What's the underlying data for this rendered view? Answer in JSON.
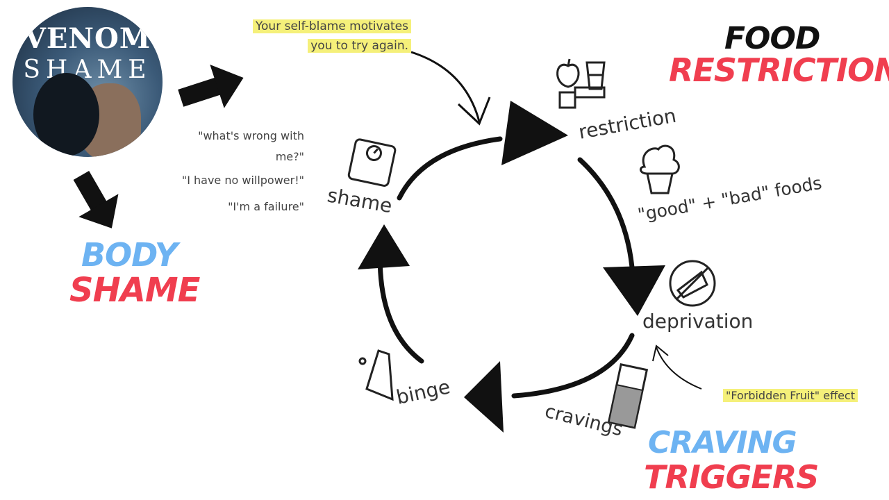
{
  "avatar": {
    "title": "VENOM",
    "subtitle": "SHAME"
  },
  "top_note": {
    "line1": "Your self-blame motivates",
    "line2": "you to try again."
  },
  "shame_quotes": [
    "\"what's wrong with",
    "me?\"",
    "\"I have no willpower!\"",
    "\"I'm a failure\""
  ],
  "stages": {
    "restriction": "restriction",
    "good_bad": "\"good\" + \"bad\" foods",
    "deprivation": "deprivation",
    "cravings": "cravings",
    "binge": "binge",
    "shame": "shame"
  },
  "forbidden_note": "\"Forbidden Fruit\" effect",
  "headlines": {
    "food_line1": "FOOD",
    "food_line2": "RESTRICTION",
    "body_line1": "BODY",
    "body_line2": "SHAME",
    "craving_line1": "CRAVING",
    "craving_line2": "TRIGGERS"
  },
  "colors": {
    "headline_red": "#f03e4f",
    "headline_blue": "#6db3f2",
    "highlight": "#f5f07a",
    "ink": "#111111"
  },
  "icons": [
    "apple-icon",
    "glass-icon",
    "tape-measure-icon",
    "cupcake-icon",
    "no-cheese-icon",
    "chocolate-bar-icon",
    "pizza-slice-icon",
    "scale-icon",
    "scribble-arrow-icon"
  ]
}
